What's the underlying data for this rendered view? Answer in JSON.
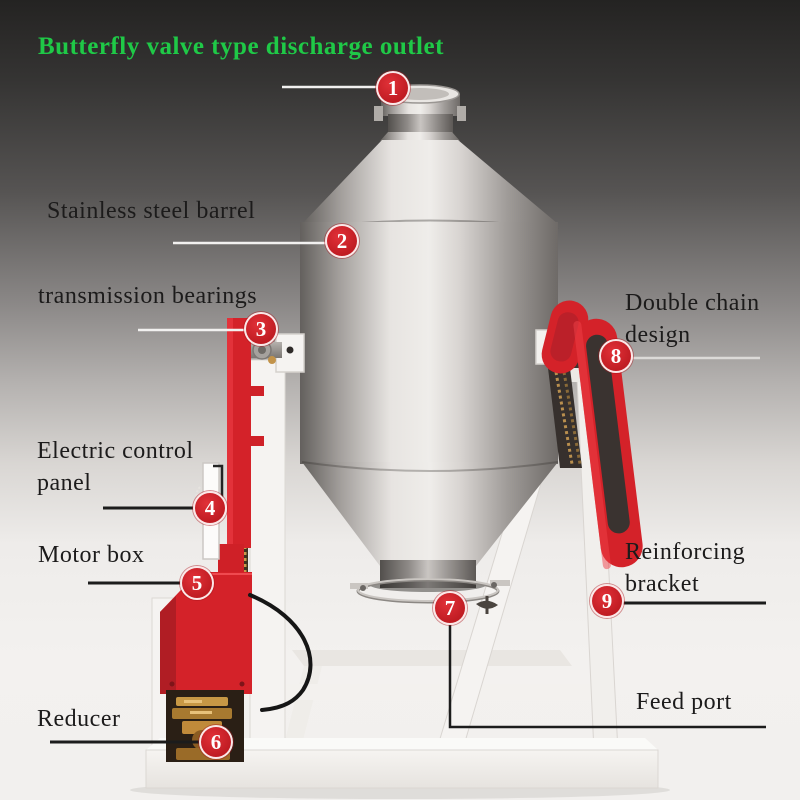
{
  "callouts": [
    {
      "number": "1",
      "label": "Butterfly valve type discharge outlet"
    },
    {
      "number": "2",
      "label": "Stainless steel barrel"
    },
    {
      "number": "3",
      "label": "transmission bearings"
    },
    {
      "number": "4",
      "label": "Electric control panel"
    },
    {
      "number": "5",
      "label": "Motor box"
    },
    {
      "number": "6",
      "label": "Reducer"
    },
    {
      "number": "7",
      "label": "Feed port"
    },
    {
      "number": "8",
      "label": "Double chain design"
    },
    {
      "number": "9",
      "label": "Reinforcing bracket"
    }
  ],
  "colors": {
    "title_green": "#1fc947",
    "label_text": "#1c1b1b",
    "badge_red": "#c01c23",
    "machine_red": "#d42229",
    "frame_white": "#f5f3f1",
    "metal_light": "#efedea",
    "metal_dark": "#63605d",
    "chain_gold": "#c89a4a",
    "leader_light": "#f2f10f0",
    "leader_dark": "#1c1c1c"
  }
}
